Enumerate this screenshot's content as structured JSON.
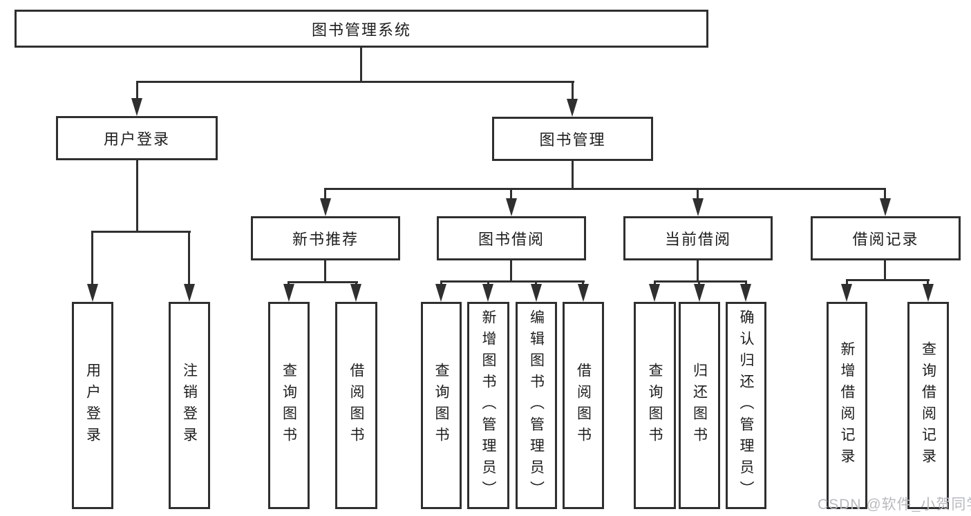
{
  "colors": {
    "line": "#2f2f2f",
    "text": "#1d1d1d",
    "watermark": "#b6babf",
    "background": "#ffffff"
  },
  "tree": {
    "root": {
      "label": "图书管理系统"
    },
    "children": [
      {
        "label": "用户登录",
        "children": [
          {
            "label": "用户登录"
          },
          {
            "label": "注销登录"
          }
        ]
      },
      {
        "label": "图书管理",
        "children": [
          {
            "label": "新书推荐",
            "children": [
              {
                "label": "查询图书"
              },
              {
                "label": "借阅图书"
              }
            ]
          },
          {
            "label": "图书借阅",
            "children": [
              {
                "label": "查询图书"
              },
              {
                "label": "新增图书（管理员）"
              },
              {
                "label": "编辑图书（管理员）"
              },
              {
                "label": "借阅图书"
              }
            ]
          },
          {
            "label": "当前借阅",
            "children": [
              {
                "label": "查询图书"
              },
              {
                "label": "归还图书"
              },
              {
                "label": "确认归还（管理员）"
              }
            ]
          },
          {
            "label": "借阅记录",
            "children": [
              {
                "label": "新增借阅记录"
              },
              {
                "label": "查询借阅记录"
              }
            ]
          }
        ]
      }
    ]
  },
  "watermark": {
    "text": "CSDN @软件_小贺同学"
  }
}
